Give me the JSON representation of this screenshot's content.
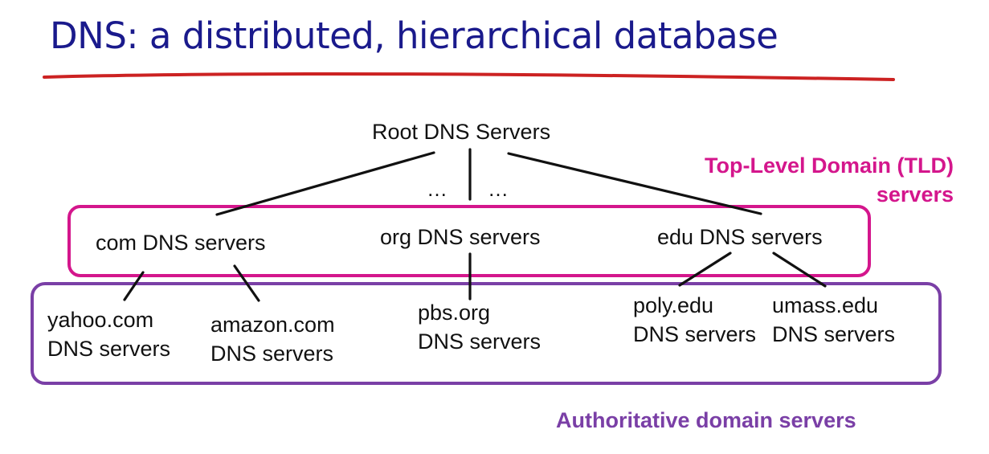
{
  "title": "DNS: a distributed, hierarchical database",
  "colors": {
    "title": "#1a1a8c",
    "underline": "#cc2222",
    "tld": "#d4168c",
    "authoritative": "#7a3fa6",
    "lines": "#111111"
  },
  "root": {
    "label": "Root DNS Servers"
  },
  "ellipsis": [
    "…",
    "…"
  ],
  "tld_group": {
    "label_line1": "Top-Level Domain (TLD)",
    "label_line2": "servers",
    "servers": [
      "com DNS servers",
      "org DNS servers",
      "edu DNS servers"
    ]
  },
  "auth_group": {
    "label": "Authoritative domain servers",
    "servers": [
      {
        "line1": "yahoo.com",
        "line2": "DNS servers"
      },
      {
        "line1": "amazon.com",
        "line2": "DNS servers"
      },
      {
        "line1": "pbs.org",
        "line2": "DNS servers"
      },
      {
        "line1": "poly.edu",
        "line2": "DNS servers"
      },
      {
        "line1": "umass.edu",
        "line2": "DNS servers"
      }
    ]
  }
}
